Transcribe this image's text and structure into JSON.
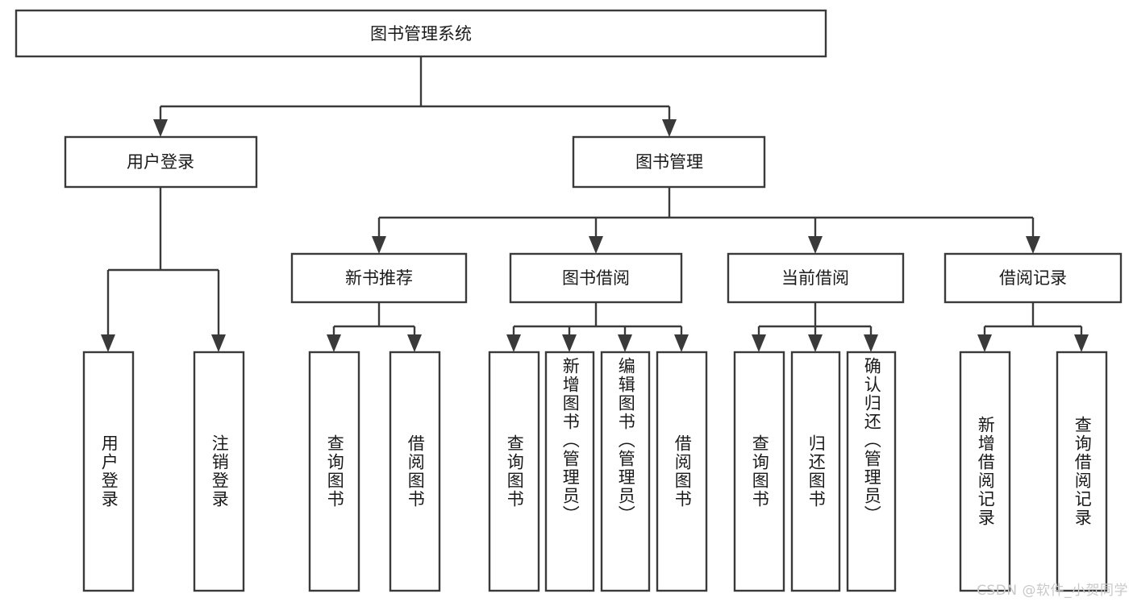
{
  "diagram": {
    "title": "图书管理系统",
    "type": "hierarchy-tree",
    "root": {
      "id": "root",
      "label": "图书管理系统",
      "orientation": "horizontal"
    },
    "level2": [
      {
        "id": "user-login",
        "label": "用户登录",
        "orientation": "horizontal"
      },
      {
        "id": "book-manage",
        "label": "图书管理",
        "orientation": "horizontal"
      }
    ],
    "level3": [
      {
        "id": "new-book-rec",
        "label": "新书推荐",
        "orientation": "horizontal",
        "parent": "book-manage"
      },
      {
        "id": "book-borrow",
        "label": "图书借阅",
        "orientation": "horizontal",
        "parent": "book-manage"
      },
      {
        "id": "current-borrow",
        "label": "当前借阅",
        "orientation": "horizontal",
        "parent": "book-manage"
      },
      {
        "id": "borrow-record",
        "label": "借阅记录",
        "orientation": "horizontal",
        "parent": "book-manage"
      }
    ],
    "leaves": [
      {
        "id": "leaf-user-login",
        "label": "用户登录",
        "parent": "user-login"
      },
      {
        "id": "leaf-user-logout",
        "label": "注销登录",
        "parent": "user-login"
      },
      {
        "id": "leaf-query-book-1",
        "label": "查询图书",
        "parent": "new-book-rec"
      },
      {
        "id": "leaf-borrow-book-1",
        "label": "借阅图书",
        "parent": "new-book-rec"
      },
      {
        "id": "leaf-query-book-2",
        "label": "查询图书",
        "parent": "book-borrow"
      },
      {
        "id": "leaf-add-book",
        "label": "新增图书（管理员）",
        "parent": "book-borrow"
      },
      {
        "id": "leaf-edit-book",
        "label": "编辑图书（管理员）",
        "parent": "book-borrow"
      },
      {
        "id": "leaf-borrow-book-2",
        "label": "借阅图书",
        "parent": "book-borrow"
      },
      {
        "id": "leaf-query-book-3",
        "label": "查询图书",
        "parent": "current-borrow"
      },
      {
        "id": "leaf-return-book",
        "label": "归还图书",
        "parent": "current-borrow"
      },
      {
        "id": "leaf-confirm-return",
        "label": "确认归还（管理员）",
        "parent": "current-borrow"
      },
      {
        "id": "leaf-add-record",
        "label": "新增借阅记录",
        "parent": "borrow-record"
      },
      {
        "id": "leaf-query-record",
        "label": "查询借阅记录",
        "parent": "borrow-record"
      }
    ]
  },
  "watermark": {
    "text": "CSDN @软件_小贺同学"
  },
  "colors": {
    "stroke": "#3a3a3a",
    "fill": "#ffffff",
    "text": "#1a1a1a",
    "watermark": "#c9c9c9"
  }
}
